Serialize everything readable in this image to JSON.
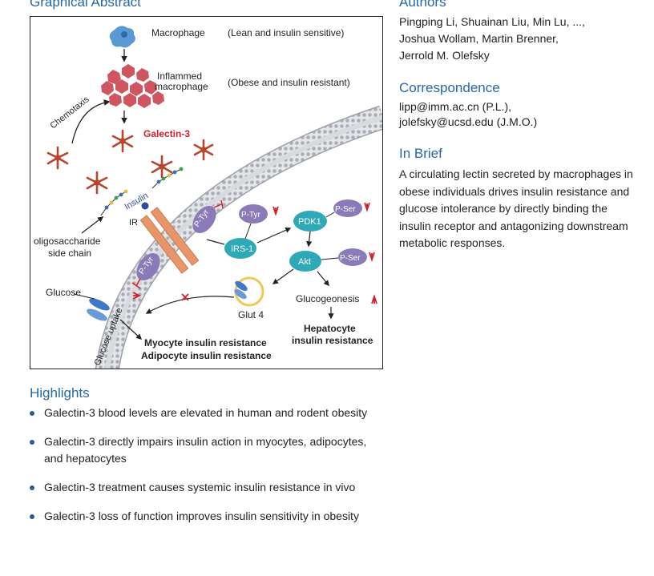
{
  "graphical_abstract": {
    "title": "Graphical Abstract",
    "labels": {
      "macrophage": "Macrophage",
      "lean": "(Lean and insulin sensitive)",
      "inflamed_1": "Inflammed",
      "inflamed_2": "macrophage",
      "obese": "(Obese and insulin resistant)",
      "chemotaxis": "Chemotaxis",
      "galectin": "Galectin-3",
      "insulin": "Insulin",
      "ir": "IR",
      "oligo_1": "oligosaccharide",
      "oligo_2": "side chain",
      "ptyr": "P-Tyr",
      "pser": "P-Ser",
      "pdk1": "PDK1",
      "irs1": "IRS-1",
      "akt": "Akt",
      "glut4": "Glut 4",
      "glucose": "Glucose",
      "glucose_uptake": "Glucose uptake",
      "glucogeonesis": "Glucogeonesis",
      "hepatocyte_1": "Hepatocyte",
      "hepatocyte_2": "insulin resistance",
      "myocyte": "Myocyte insulin resistance",
      "adipocyte": "Adipocyte insulin resistance"
    },
    "colors": {
      "galectin": "#b8452e",
      "galectin_text": "#d4202a",
      "macrophage_blue": "#4f8fc9",
      "macrophage_red": "#c8505a",
      "membrane": "#b5b8bd",
      "receptor": "#e8956a",
      "ptyr_purple": "#8878b6",
      "teal": "#3fb8c4",
      "arrow_red": "#d4202a",
      "glut_blue": "#3f78c8",
      "glut_ring": "#f0c858"
    }
  },
  "authors": {
    "title": "Authors",
    "lines": [
      "Pingping Li, Shuainan Liu, Min Lu, ...,",
      "Joshua Wollam, Martin Brenner,",
      "Jerrold M. Olefsky"
    ]
  },
  "correspondence": {
    "title": "Correspondence",
    "lines": [
      "lipp@imm.ac.cn (P.L.),",
      "jolefsky@ucsd.edu (J.M.O.)"
    ]
  },
  "in_brief": {
    "title": "In Brief",
    "text": "A circulating lectin secreted by macrophages in obese individuals drives insulin resistance and glucose intolerance by directly binding the insulin receptor and antagonizing downstream metabolic responses."
  },
  "highlights": {
    "title": "Highlights",
    "items": [
      "Galectin-3 blood levels are elevated in human and rodent obesity",
      "Galectin-3 directly impairs insulin action in myocytes, adipocytes, and hepatocytes",
      "Galectin-3 treatment causes systemic insulin resistance in vivo",
      "Galectin-3 loss of function improves insulin sensitivity in obesity"
    ]
  }
}
